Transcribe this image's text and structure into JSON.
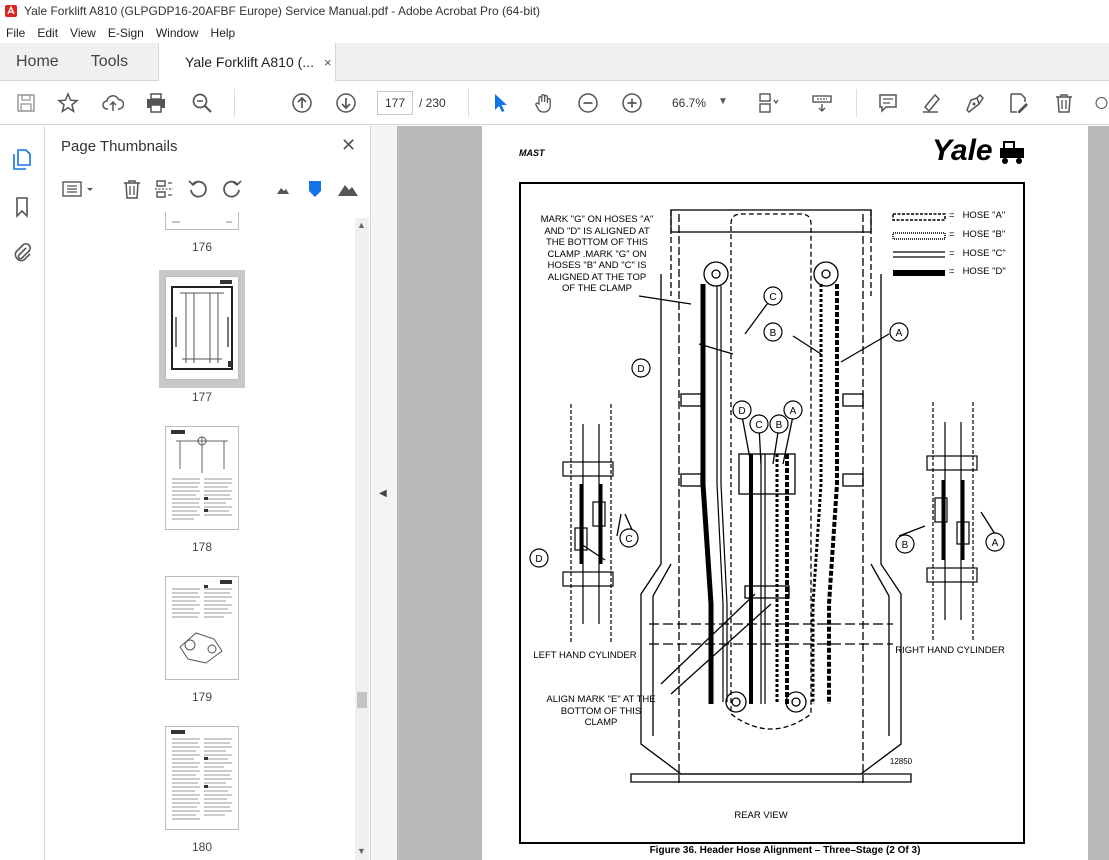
{
  "window": {
    "title": "Yale Forklift A810 (GLPGDP16-20AFBF Europe) Service Manual.pdf - Adobe Acrobat Pro (64-bit)"
  },
  "menu": [
    "File",
    "Edit",
    "View",
    "E-Sign",
    "Window",
    "Help"
  ],
  "tabs": {
    "home": "Home",
    "tools": "Tools",
    "document": "Yale Forklift A810 (...",
    "close": "×"
  },
  "toolbar": {
    "page_current": "177",
    "page_total": "/ 230",
    "zoom": "66.7%"
  },
  "panel": {
    "title": "Page Thumbnails",
    "close": "✕",
    "thumbnails": [
      {
        "label": "176"
      },
      {
        "label": "177",
        "selected": true
      },
      {
        "label": "178"
      },
      {
        "label": "179"
      },
      {
        "label": "180"
      }
    ]
  },
  "document": {
    "section": "MAST",
    "logo": "Yale",
    "note_top": "MARK \"G\" ON HOSES \"A\" AND \"D\" IS ALIGNED AT THE BOTTOM OF THIS CLAMP .MARK \"G\" ON HOSES \"B\" AND \"C\" IS ALIGNED AT THE TOP OF THE CLAMP",
    "note_top_lines": [
      "MARK \"G\" ON HOSES \"A\"",
      "AND \"D\" IS ALIGNED AT",
      "THE BOTTOM OF THIS",
      "CLAMP .MARK \"G\" ON",
      "HOSES \"B\" AND \"C\" IS",
      "ALIGNED AT THE TOP",
      "OF THE CLAMP"
    ],
    "legend": [
      {
        "label": "HOSE \"A\"",
        "style": "chain"
      },
      {
        "label": "HOSE \"B\"",
        "style": "dots"
      },
      {
        "label": "HOSE \"C\"",
        "style": "double"
      },
      {
        "label": "HOSE \"D\"",
        "style": "solid"
      }
    ],
    "legend_eq": "=",
    "callouts": [
      "A",
      "B",
      "C",
      "D"
    ],
    "left_cylinder": "LEFT HAND CYLINDER",
    "right_cylinder": "RIGHT HAND CYLINDER",
    "align_note_lines": [
      "ALIGN MARK \"E\" AT THE",
      "BOTTOM OF THIS",
      "CLAMP"
    ],
    "figure_number": "12850",
    "view_label": "REAR VIEW",
    "caption": "Figure 36. Header Hose Alignment – Three–Stage (2 Of 3)"
  },
  "colors": {
    "tab_bg": "#f0f0f0",
    "doc_bg": "#b9b9b9",
    "accent_blue": "#1473e6",
    "acrobat_red": "#d9261c"
  }
}
